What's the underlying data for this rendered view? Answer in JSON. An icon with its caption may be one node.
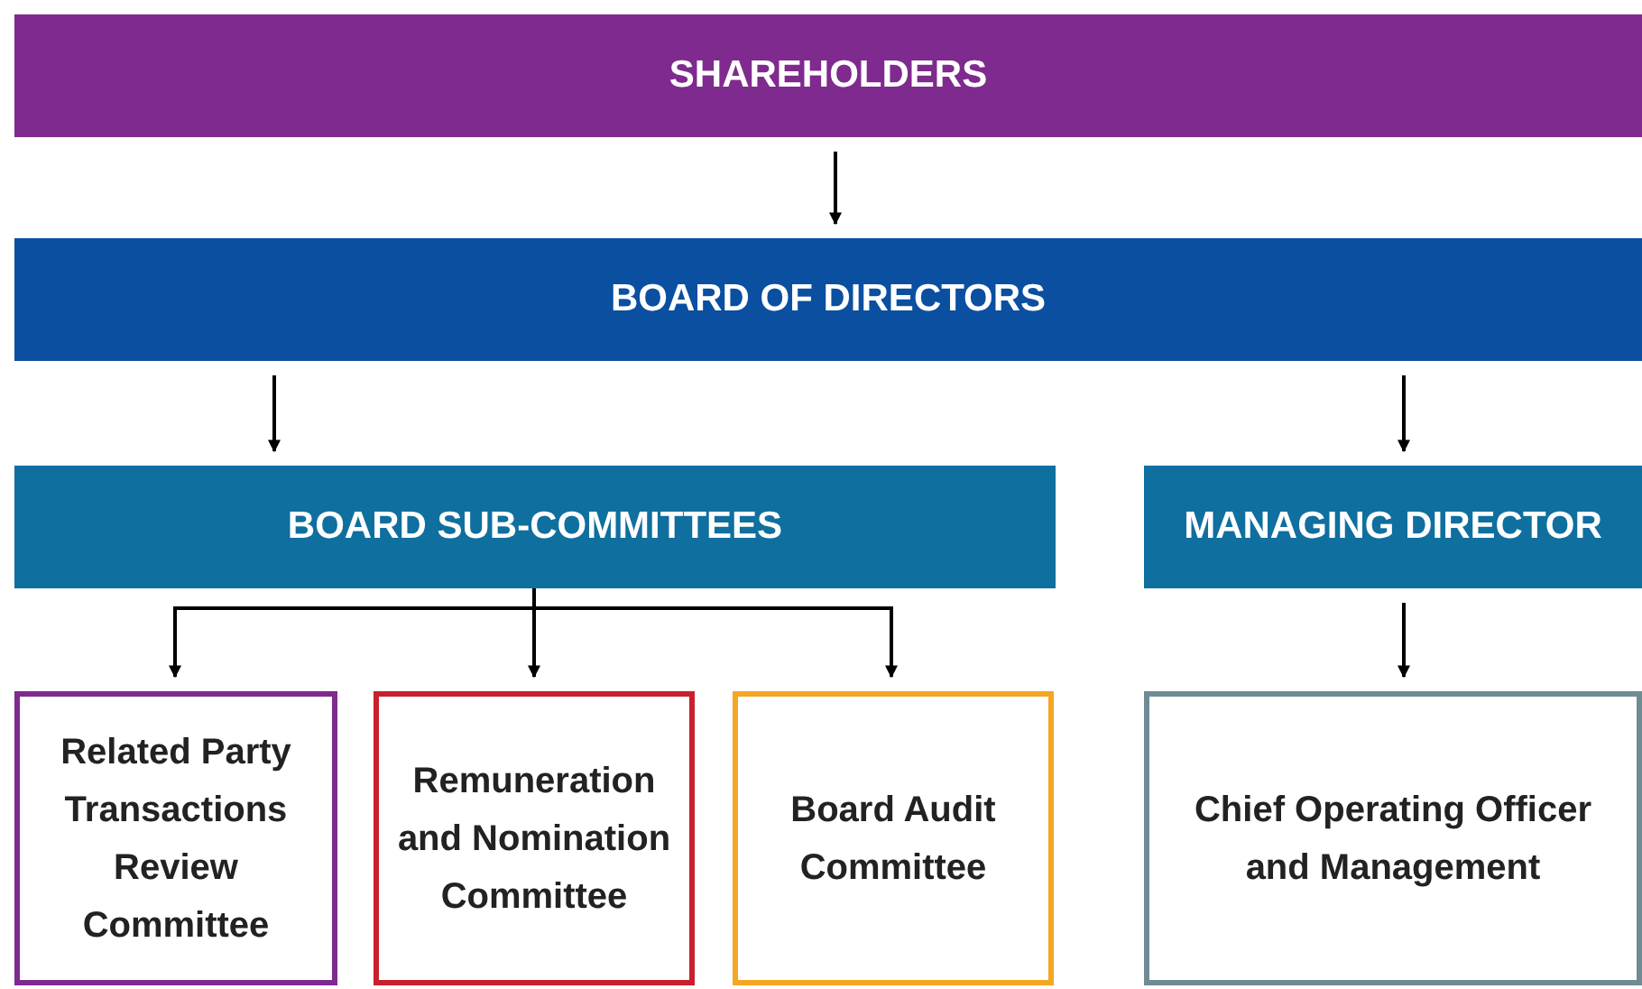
{
  "diagram": {
    "nodes": [
      {
        "text": [
          "SHAREHOLDERS"
        ]
      },
      {
        "text": [
          "BOARD OF DIRECTORS"
        ]
      },
      {
        "text": [
          "BOARD SUB-COMMITTEES"
        ]
      },
      {
        "text": [
          "MANAGING DIRECTOR"
        ]
      },
      {
        "text": [
          "Related Party Transactions Review Committee"
        ]
      },
      {
        "text": [
          "Remuneration and Nomination Committee"
        ]
      },
      {
        "text": [
          "Board Audit Committee"
        ]
      },
      {
        "text": [
          "Chief Operating Officer and Management"
        ]
      }
    ],
    "edges": [
      {
        "from": 0,
        "to": 1,
        "arrow": "to"
      },
      {
        "from": 1,
        "to": 2,
        "arrow": "to"
      },
      {
        "from": 1,
        "to": 3,
        "arrow": "to"
      },
      {
        "from": 2,
        "to": 4,
        "arrow": "to"
      },
      {
        "from": 2,
        "to": 5,
        "arrow": "to"
      },
      {
        "from": 2,
        "to": 6,
        "arrow": "to"
      },
      {
        "from": 3,
        "to": 7,
        "arrow": "to"
      }
    ]
  }
}
